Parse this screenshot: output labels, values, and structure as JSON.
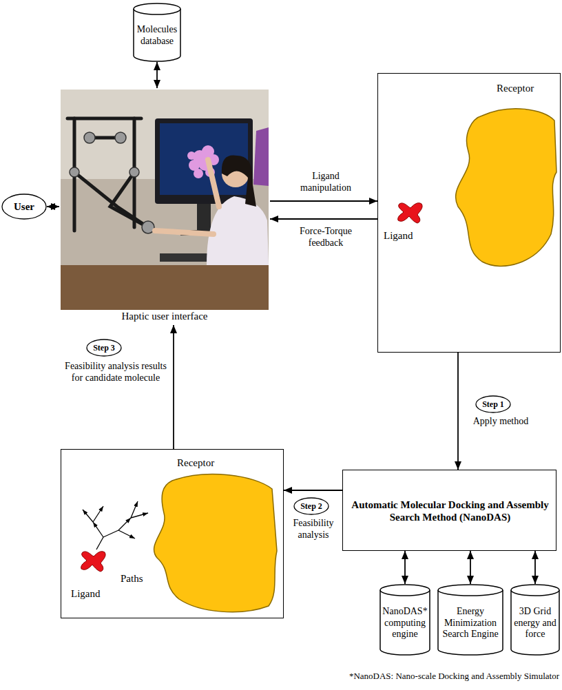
{
  "diagram": {
    "nodes": [
      {
        "text": [
          "Molecules database"
        ]
      },
      {
        "text": [
          "User"
        ]
      },
      {
        "text": [
          "Haptic user interface"
        ]
      },
      {
        "text": [
          "Receptor",
          "Ligand"
        ]
      },
      {
        "text": [
          "Step 3"
        ]
      },
      {
        "text": [
          "Step 1"
        ]
      },
      {
        "text": [
          "Receptor",
          "Ligand",
          "Paths"
        ]
      },
      {
        "text": [
          "Automatic Molecular Docking and Assembly Search Method (NanoDAS)"
        ]
      },
      {
        "text": [
          "Step 2"
        ]
      },
      {
        "text": [
          "NanoDAS* computing engine"
        ]
      },
      {
        "text": [
          "Energy Minimization Search Engine"
        ]
      },
      {
        "text": [
          "3D Grid energy and force"
        ]
      }
    ],
    "edges": [
      {
        "from": 0,
        "to": 2,
        "arrow": "both"
      },
      {
        "from": 1,
        "to": 2,
        "arrow": "both"
      },
      {
        "from": 2,
        "to": 3,
        "label": "Ligand manipulation",
        "arrow": "to"
      },
      {
        "from": 3,
        "to": 2,
        "label": "Force-Torque feedback",
        "arrow": "to"
      },
      {
        "from": 3,
        "to": 7,
        "label": "Apply method",
        "arrow": "to"
      },
      {
        "from": 7,
        "to": 6,
        "label": "Feasibility analysis",
        "arrow": "to"
      },
      {
        "from": 6,
        "to": 2,
        "label": "Feasibility analysis results for candidate molecule",
        "arrow": "to"
      },
      {
        "from": 7,
        "to": 9,
        "arrow": "both"
      },
      {
        "from": 7,
        "to": 10,
        "arrow": "both"
      },
      {
        "from": 7,
        "to": 11,
        "arrow": "both"
      }
    ],
    "labels": [
      "*NanoDAS: Nano-scale Docking and Assembly Simulator"
    ]
  }
}
